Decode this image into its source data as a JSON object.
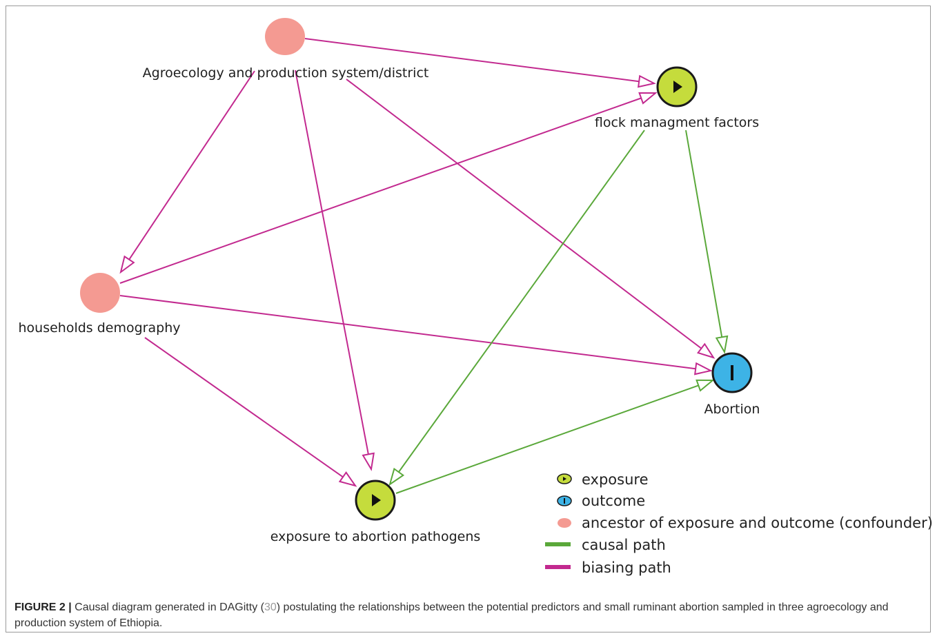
{
  "nodes": {
    "agroecology": {
      "label": "Agroecology and production system/district",
      "role": "ancestor",
      "color": "#f49a92"
    },
    "flock": {
      "label": "flock managment factors",
      "role": "exposure",
      "color": "#c5dc3c"
    },
    "households": {
      "label": "households demography",
      "role": "ancestor",
      "color": "#f49a92"
    },
    "abortion": {
      "label": "Abortion",
      "role": "outcome",
      "color": "#3db3e6"
    },
    "exposure_pathogens": {
      "label": "exposure to abortion pathogens",
      "role": "exposure",
      "color": "#c5dc3c"
    }
  },
  "edges": [
    {
      "from": "agroecology",
      "to": "flock",
      "type": "biasing"
    },
    {
      "from": "agroecology",
      "to": "households",
      "type": "biasing"
    },
    {
      "from": "agroecology",
      "to": "exposure_pathogens",
      "type": "biasing"
    },
    {
      "from": "agroecology",
      "to": "abortion",
      "type": "biasing"
    },
    {
      "from": "households",
      "to": "flock",
      "type": "biasing"
    },
    {
      "from": "households",
      "to": "abortion",
      "type": "biasing"
    },
    {
      "from": "households",
      "to": "exposure_pathogens",
      "type": "biasing"
    },
    {
      "from": "flock",
      "to": "abortion",
      "type": "causal"
    },
    {
      "from": "flock",
      "to": "exposure_pathogens",
      "type": "causal"
    },
    {
      "from": "exposure_pathogens",
      "to": "abortion",
      "type": "causal"
    }
  ],
  "colors": {
    "causal": "#5aa83a",
    "biasing": "#c2298f",
    "exposure": "#c5dc3c",
    "outcome": "#3db3e6",
    "ancestor": "#f49a92"
  },
  "legend": {
    "exposure": "exposure",
    "outcome": "outcome",
    "ancestor": "ancestor of exposure and outcome (confounder)",
    "causal_path": "causal path",
    "biasing_path": "biasing path"
  },
  "caption": {
    "label": "FIGURE 2 |",
    "text_before_ref": "Causal diagram generated in DAGitty (",
    "ref": "30",
    "text_after_ref": ") postulating the relationships between the potential predictors and small ruminant abortion sampled in three agroecology and production system of Ethiopia."
  }
}
